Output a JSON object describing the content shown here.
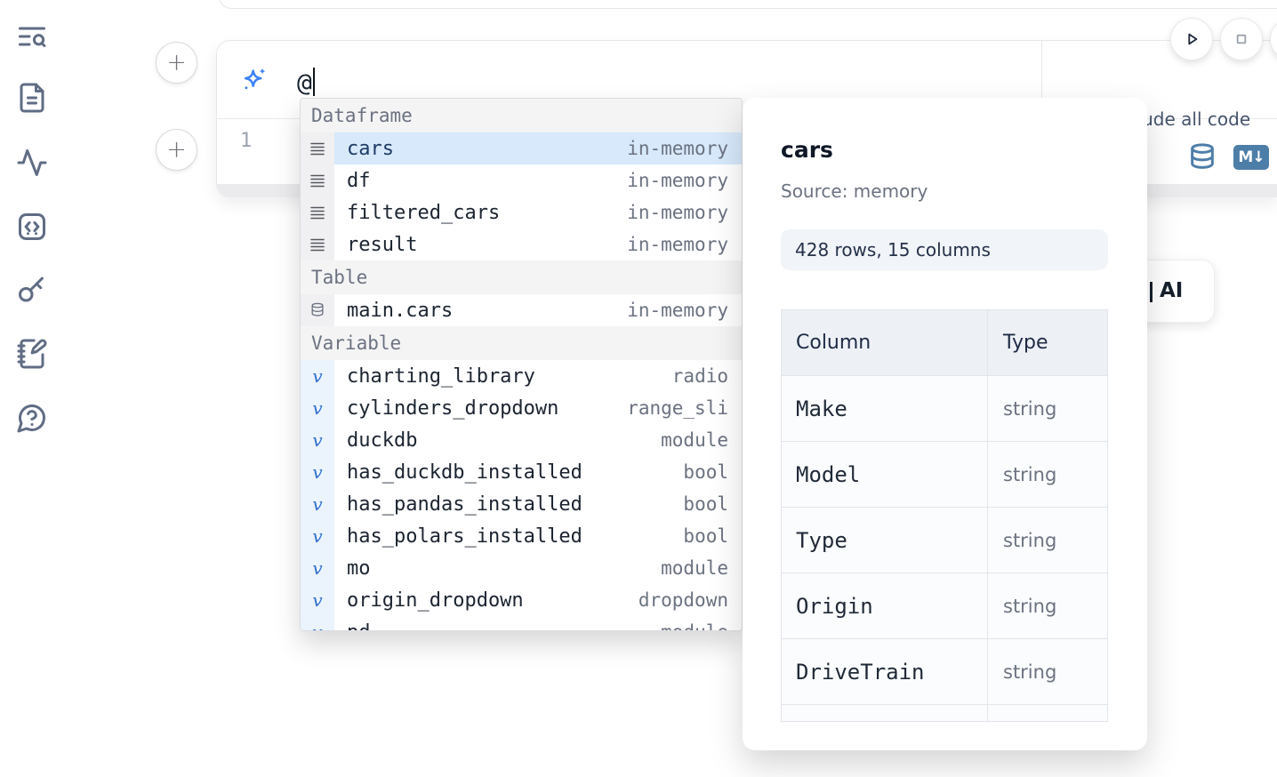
{
  "colors": {
    "accent": "#3b82f6",
    "selection_blue": "#d7e9fb",
    "steel_blue": "#4d7ea8"
  },
  "sidebar": {
    "icons": [
      "list-search",
      "file-text",
      "activity",
      "code-snippets",
      "key",
      "notebook-pen",
      "help-chat"
    ]
  },
  "toolbar": {
    "icons": [
      "play",
      "stop",
      "more-partial"
    ]
  },
  "header": {
    "prompt_value": "@",
    "include_all_code_label": "Include all code"
  },
  "cell": {
    "line_number": "1",
    "md_badge": "M↓"
  },
  "ai_button": {
    "label": "AI"
  },
  "dropdown": {
    "variable_glyph": "v",
    "sections": [
      {
        "label": "Dataframe",
        "items": [
          {
            "name": "cars",
            "type": "in-memory",
            "icon": "dataframe-icon",
            "selected": true
          },
          {
            "name": "df",
            "type": "in-memory",
            "icon": "dataframe-icon"
          },
          {
            "name": "filtered_cars",
            "type": "in-memory",
            "icon": "dataframe-icon"
          },
          {
            "name": "result",
            "type": "in-memory",
            "icon": "dataframe-icon"
          }
        ]
      },
      {
        "label": "Table",
        "items": [
          {
            "name": "main.cars",
            "type": "in-memory",
            "icon": "database-icon"
          }
        ]
      },
      {
        "label": "Variable",
        "items": [
          {
            "name": "charting_library",
            "type": "radio"
          },
          {
            "name": "cylinders_dropdown",
            "type": "range_sli"
          },
          {
            "name": "duckdb",
            "type": "module"
          },
          {
            "name": "has_duckdb_installed",
            "type": "bool"
          },
          {
            "name": "has_pandas_installed",
            "type": "bool"
          },
          {
            "name": "has_polars_installed",
            "type": "bool"
          },
          {
            "name": "mo",
            "type": "module"
          },
          {
            "name": "origin_dropdown",
            "type": "dropdown"
          },
          {
            "name": "pd",
            "type": "module"
          }
        ]
      }
    ]
  },
  "preview_panel": {
    "title": "cars",
    "source": "Source: memory",
    "shape": "428 rows, 15 columns",
    "table": {
      "headers": [
        "Column",
        "Type"
      ],
      "rows": [
        [
          "Make",
          "string"
        ],
        [
          "Model",
          "string"
        ],
        [
          "Type",
          "string"
        ],
        [
          "Origin",
          "string"
        ],
        [
          "DriveTrain",
          "string"
        ]
      ]
    }
  }
}
